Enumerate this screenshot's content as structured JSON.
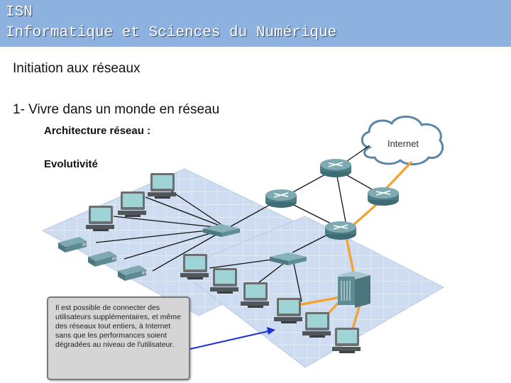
{
  "header": {
    "line1": "ISN",
    "line2": "Informatique et Sciences du Numérique"
  },
  "content": {
    "title": "Initiation aux réseaux",
    "section": "1- Vivre dans un monde en réseau",
    "subheading": "Architecture réseau :",
    "topic": "Evolutivité"
  },
  "diagram": {
    "cloud_label": "Internet",
    "ip_label": "IP",
    "callout_text": "Il est possible de connecter des utilisateurs supplémentaires, et même des réseaux tout entiers, à Internet sans que les performances soient dégradées au niveau de l'utilisateur.",
    "colors": {
      "header": "#8eb2e0",
      "floor": "#cddcf0",
      "device": "#5e8c94",
      "orange_link": "#f5a12a",
      "arrow": "#1d2fd6"
    }
  }
}
